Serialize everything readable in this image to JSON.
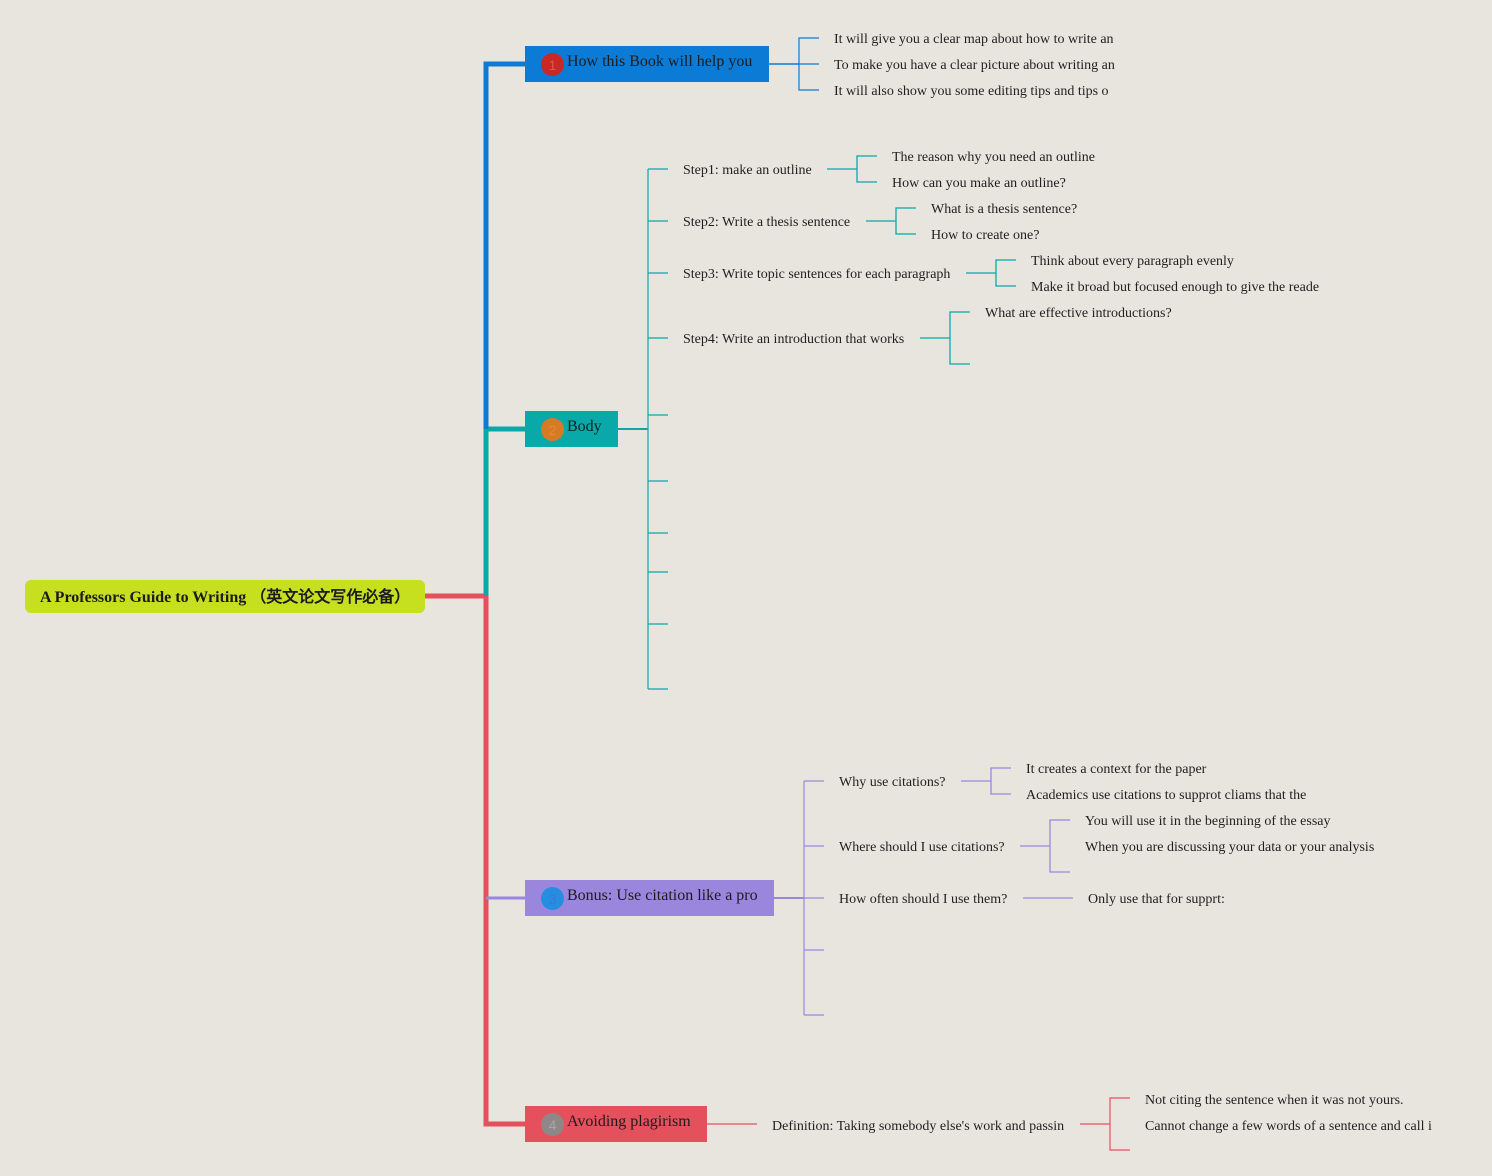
{
  "colors": {
    "background": "#e8e5df",
    "root": "#c6e01f",
    "branch1": "#0b7bd6",
    "branch2": "#0aa9a9",
    "branch3": "#9b86dd",
    "branch4": "#e4505c"
  },
  "root": {
    "label": "A Professors Guide to Writing （英文论文写作必备）"
  },
  "branches": [
    {
      "label": "How this Book will help you",
      "number": "1",
      "children": [
        {
          "label": "It will give you a clear map about how to write an"
        },
        {
          "label": "To make you have a clear picture about writing an"
        },
        {
          "label": "It will also show you some editing tips and tips o"
        }
      ]
    },
    {
      "label": "Body",
      "number": "2",
      "children": [
        {
          "label": "Step1: make an outline",
          "children": [
            {
              "label": "The reason why you need an outline"
            },
            {
              "label": "How can you make an outline?"
            }
          ]
        },
        {
          "label": "Step2: Write a thesis sentence",
          "children": [
            {
              "label": "What is a thesis sentence?"
            },
            {
              "label": "How to create one?"
            }
          ]
        },
        {
          "label": "Step3: Write topic sentences for each paragraph",
          "children": [
            {
              "label": "Think about every paragraph evenly"
            },
            {
              "label": "Make it broad but focused enough to give the reade"
            }
          ]
        },
        {
          "label": "Step4: Write an introduction that works",
          "children": [
            {
              "label": "What are effective introductions?"
            }
          ]
        }
      ]
    },
    {
      "label": "Bonus: Use citation like a pro",
      "number": "3",
      "children": [
        {
          "label": "Why use citations?",
          "children": [
            {
              "label": "It creates a context for the paper"
            },
            {
              "label": "Academics use citations to supprot cliams that the"
            }
          ]
        },
        {
          "label": "Where should I use citations?",
          "children": [
            {
              "label": "You will use it in the beginning of the essay"
            },
            {
              "label": "When you are discussing your data or your analysis"
            }
          ]
        },
        {
          "label": "How often should I use them?",
          "children": [
            {
              "label": "Only use that for supprt:"
            }
          ]
        }
      ]
    },
    {
      "label": "Avoiding plagirism",
      "number": "4",
      "children": [
        {
          "label": "Definition: Taking somebody else's work and passin",
          "children": [
            {
              "label": "Not citing the sentence when it was not yours."
            },
            {
              "label": "Cannot change a few words of a sentence and call i"
            }
          ]
        }
      ]
    }
  ]
}
